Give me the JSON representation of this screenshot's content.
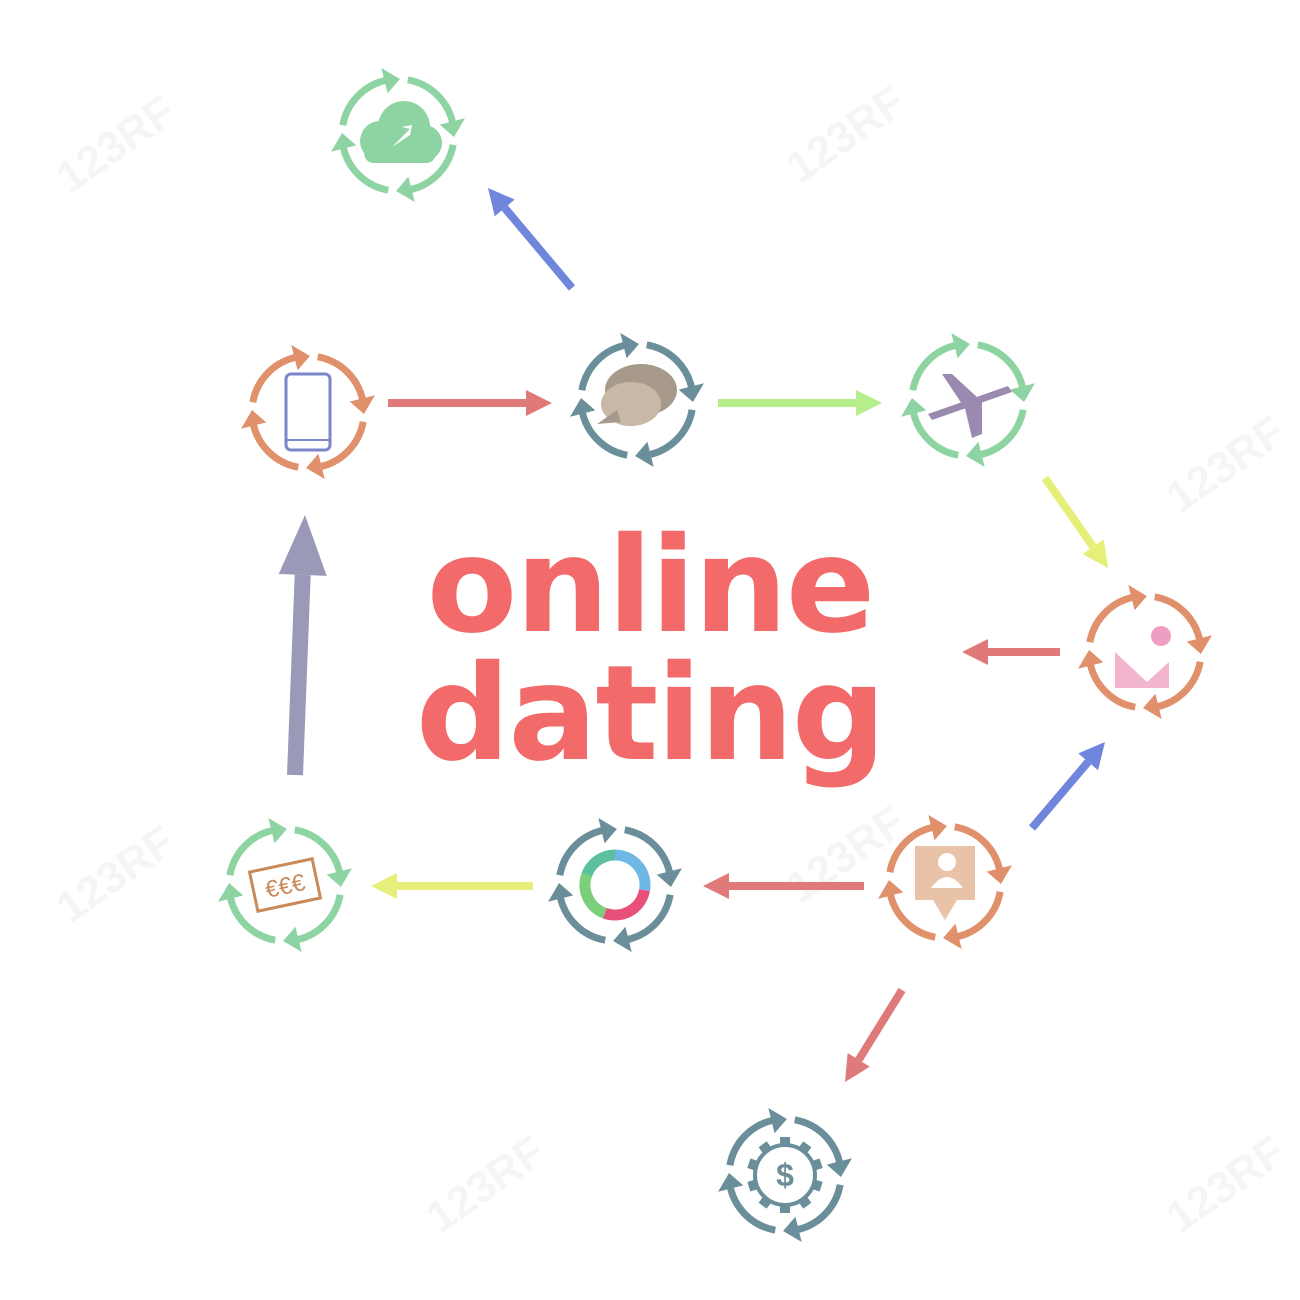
{
  "headline": {
    "line1": "online",
    "line2": "dating",
    "color": "#f26a6a"
  },
  "watermark": {
    "text": "123RF"
  },
  "palette": {
    "green": "#8ed4a3",
    "teal": "#6a8f9a",
    "orange": "#e0906a",
    "red": "#e07a7a",
    "lime": "#b6ee8c",
    "yellow": "#e6ef7a",
    "blue": "#6f86dc",
    "lavender": "#9a9ab8"
  },
  "nodes": [
    {
      "id": "cloud",
      "icon": "cloud-upload-icon",
      "color": "green"
    },
    {
      "id": "phone",
      "icon": "smartphone-icon",
      "color": "orange"
    },
    {
      "id": "chat",
      "icon": "chat-bubbles-icon",
      "color": "teal"
    },
    {
      "id": "plane",
      "icon": "airplane-icon",
      "color": "green"
    },
    {
      "id": "image",
      "icon": "image-icon",
      "color": "orange"
    },
    {
      "id": "person",
      "icon": "person-pin-icon",
      "color": "orange"
    },
    {
      "id": "donut",
      "icon": "donut-chart-icon",
      "color": "teal"
    },
    {
      "id": "money",
      "icon": "euro-banknote-icon",
      "color": "green",
      "label": "€€€"
    },
    {
      "id": "dollar",
      "icon": "dollar-gear-icon",
      "color": "teal",
      "label": "$"
    }
  ],
  "arrows": [
    {
      "from": "phone",
      "to": "chat",
      "color": "red"
    },
    {
      "from": "chat",
      "to": "plane",
      "color": "lime"
    },
    {
      "from": "chat",
      "to": "cloud",
      "color": "blue"
    },
    {
      "from": "plane",
      "to": "image",
      "color": "yellow"
    },
    {
      "from": "image",
      "to": "center",
      "color": "red"
    },
    {
      "from": "person",
      "to": "image",
      "color": "blue"
    },
    {
      "from": "person",
      "to": "donut",
      "color": "red"
    },
    {
      "from": "donut",
      "to": "money",
      "color": "yellow"
    },
    {
      "from": "money",
      "to": "phone",
      "color": "lavender"
    },
    {
      "from": "person",
      "to": "dollar",
      "color": "red"
    }
  ]
}
